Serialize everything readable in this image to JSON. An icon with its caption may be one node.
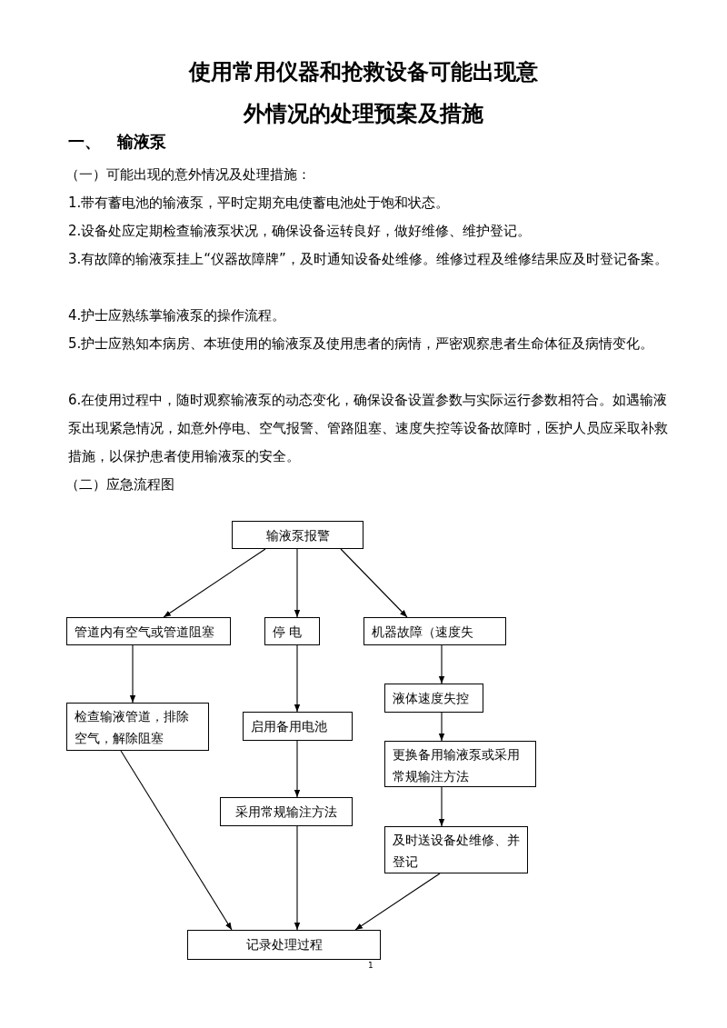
{
  "diagram": {
    "title": "使用常用仪器和抢救设备可能出现意外情况的处理预案及措施",
    "nodes": [
      {
        "text": [
          "输液泵报警"
        ]
      },
      {
        "text": [
          "管道内有空气或管道阻塞"
        ]
      },
      {
        "text": [
          "停 电"
        ]
      },
      {
        "text": [
          "机器故障（速度失"
        ]
      },
      {
        "text": [
          "检查输液管道，排除空气，解除阻塞"
        ]
      },
      {
        "text": [
          "启用备用电池"
        ]
      },
      {
        "text": [
          "液体速度失控"
        ]
      },
      {
        "text": [
          "更换备用输液泵或采用常规输注方法"
        ]
      },
      {
        "text": [
          "采用常规输注方法"
        ]
      },
      {
        "text": [
          "及时送设备处维修、并登记"
        ]
      },
      {
        "text": [
          "记录处理过程"
        ]
      }
    ],
    "edges": [
      {
        "from": 0,
        "to": 1,
        "arrow": "to"
      },
      {
        "from": 0,
        "to": 2,
        "arrow": "to"
      },
      {
        "from": 0,
        "to": 3,
        "arrow": "to"
      },
      {
        "from": 1,
        "to": 4,
        "arrow": "to"
      },
      {
        "from": 2,
        "to": 5,
        "arrow": "to"
      },
      {
        "from": 3,
        "to": 6,
        "arrow": "to"
      },
      {
        "from": 6,
        "to": 7,
        "arrow": "to"
      },
      {
        "from": 7,
        "to": 9,
        "arrow": "to"
      },
      {
        "from": 5,
        "to": 8,
        "arrow": "to"
      },
      {
        "from": 4,
        "to": 10,
        "arrow": "to"
      },
      {
        "from": 8,
        "to": 10,
        "arrow": "to"
      },
      {
        "from": 9,
        "to": 10,
        "arrow": "to"
      }
    ],
    "labels": [
      "一、　输液泵",
      "（一）可能出现的意外情况及处理措施：",
      "1.带有蓄电池的输液泵，平时定期充电使蓄电池处于饱和状态。",
      "2.设备处应定期检查输液泵状况，确保设备运转良好，做好维修、维护登记。",
      "3.有故障的输液泵挂上“仪器故障牌”，及时通知设备处维修。维修过程及维修结果应及时登记备案。",
      "4.护士应熟练掌输液泵的操作流程。",
      "5.护士应熟知本病房、本班使用的输液泵及使用患者的病情，严密观察患者生命体征及病情变化。",
      "6.在使用过程中，随时观察输液泵的动态变化，确保设备设置参数与实际运行参数相符合。如遇输液泵出现紧急情况，如意外停电、空气报警、管路阻塞、速度失控等设备故障时，医护人员应采取补救措施，以保护患者使用输液泵的安全。",
      "（二）应急流程图",
      "1"
    ]
  }
}
